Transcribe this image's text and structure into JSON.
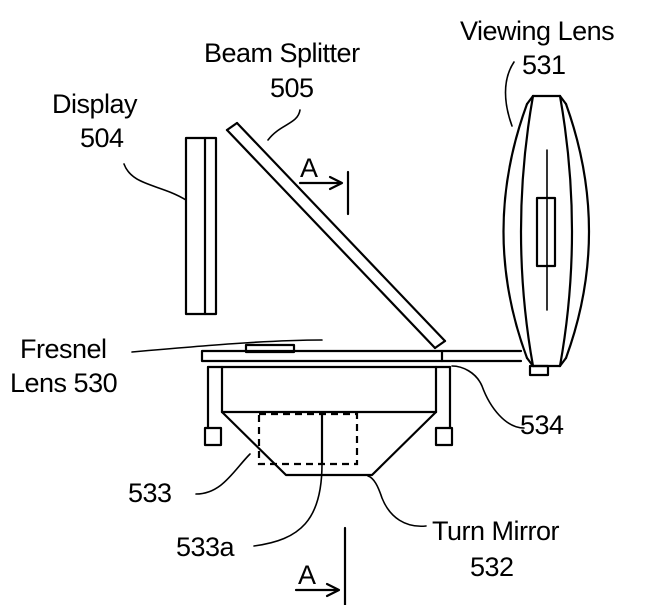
{
  "figure": {
    "labels": {
      "display_name": "Display",
      "display_ref": "504",
      "beam_splitter_name": "Beam Splitter",
      "beam_splitter_ref": "505",
      "viewing_lens_name": "Viewing Lens",
      "viewing_lens_ref": "531",
      "fresnel_name": "Fresnel",
      "fresnel_ref": "Lens 530",
      "ref_534": "534",
      "ref_533": "533",
      "ref_533a": "533a",
      "turn_mirror_name": "Turn Mirror",
      "turn_mirror_ref": "532",
      "section_top": "A",
      "section_bottom": "A"
    }
  }
}
